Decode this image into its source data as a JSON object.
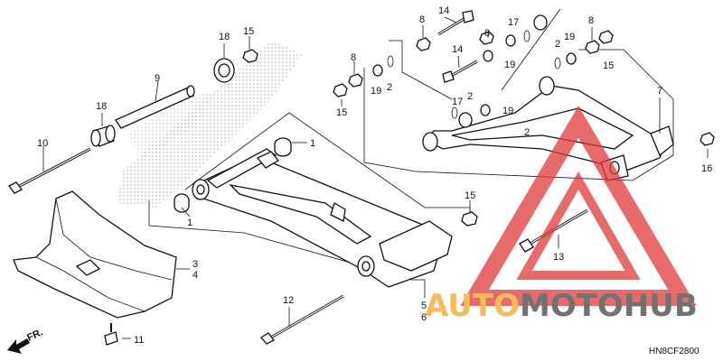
{
  "diagram_code": "HN8CF2800",
  "direction_label": "FR.",
  "watermark": {
    "part1": "AUTO",
    "part2": "MOTO",
    "part3": "HUB",
    "colors": {
      "orange": "#f5a623",
      "gray": "#444444",
      "red": "#e03a3a"
    }
  },
  "callouts": [
    {
      "id": "1a",
      "text": "1"
    },
    {
      "id": "1b",
      "text": "1"
    },
    {
      "id": "2a",
      "text": "2"
    },
    {
      "id": "2b",
      "text": "2"
    },
    {
      "id": "2c",
      "text": "2"
    },
    {
      "id": "2d",
      "text": "2"
    },
    {
      "id": "3",
      "text": "3"
    },
    {
      "id": "4",
      "text": "4"
    },
    {
      "id": "5",
      "text": "5"
    },
    {
      "id": "6",
      "text": "6"
    },
    {
      "id": "7",
      "text": "7"
    },
    {
      "id": "8a",
      "text": "8"
    },
    {
      "id": "8b",
      "text": "8"
    },
    {
      "id": "8c",
      "text": "8"
    },
    {
      "id": "8d",
      "text": "8"
    },
    {
      "id": "9",
      "text": "9"
    },
    {
      "id": "10",
      "text": "10"
    },
    {
      "id": "11",
      "text": "11"
    },
    {
      "id": "12",
      "text": "12"
    },
    {
      "id": "13",
      "text": "13"
    },
    {
      "id": "14a",
      "text": "14"
    },
    {
      "id": "14b",
      "text": "14"
    },
    {
      "id": "15a",
      "text": "15"
    },
    {
      "id": "15b",
      "text": "15"
    },
    {
      "id": "15c",
      "text": "15"
    },
    {
      "id": "15d",
      "text": "15"
    },
    {
      "id": "16",
      "text": "16"
    },
    {
      "id": "17a",
      "text": "17"
    },
    {
      "id": "17b",
      "text": "17"
    },
    {
      "id": "18a",
      "text": "18"
    },
    {
      "id": "18b",
      "text": "18"
    },
    {
      "id": "19a",
      "text": "19"
    },
    {
      "id": "19b",
      "text": "19"
    },
    {
      "id": "19c",
      "text": "19"
    },
    {
      "id": "19d",
      "text": "19"
    }
  ]
}
